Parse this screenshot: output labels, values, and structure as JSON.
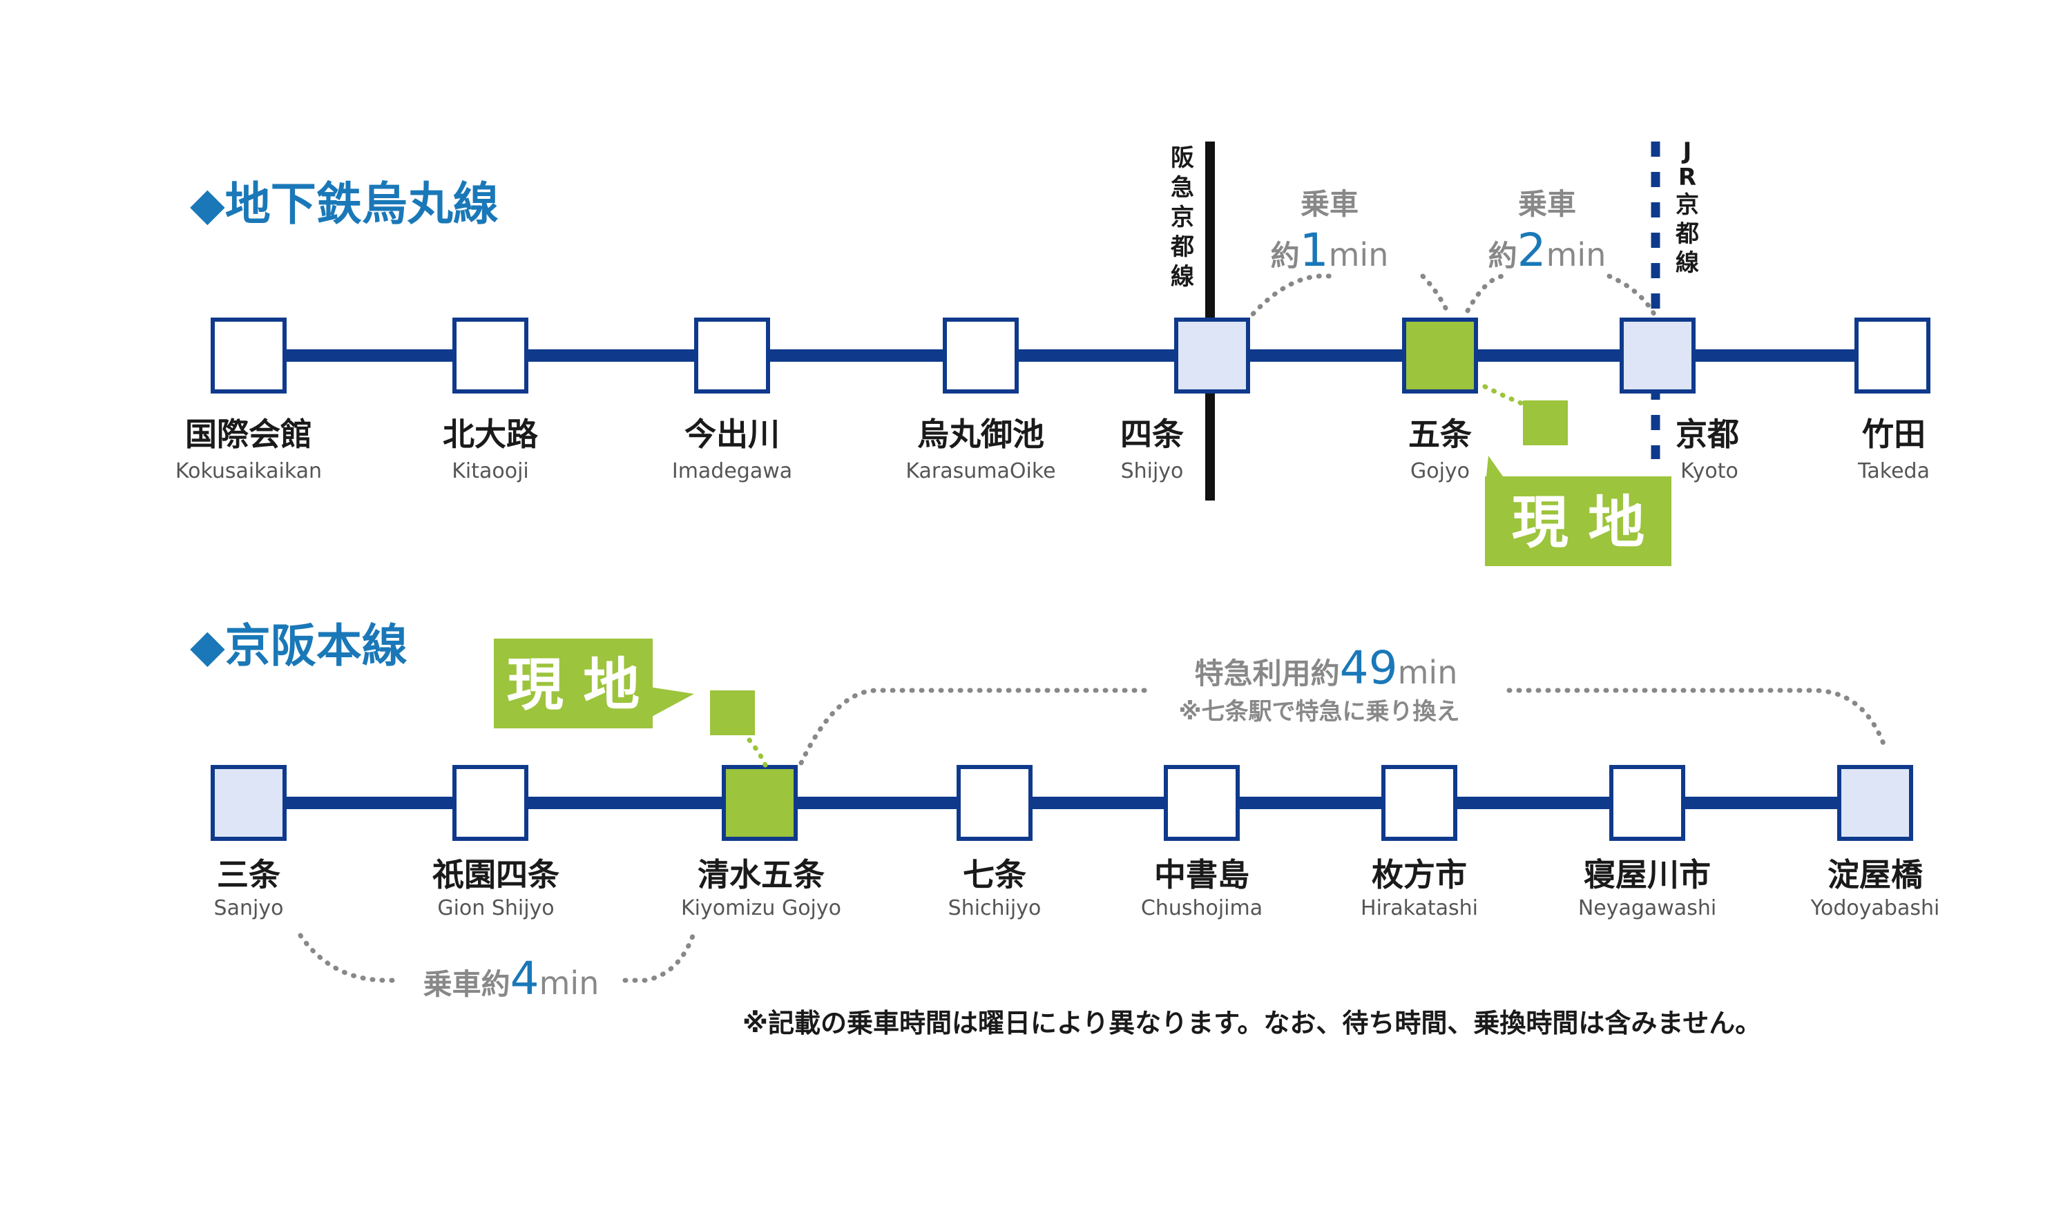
{
  "lines": {
    "karasuma": {
      "title": "◆地下鉄烏丸線",
      "stations": [
        {
          "jp": "国際会館",
          "en": "Kokusaikaikan",
          "type": "normal"
        },
        {
          "jp": "北大路",
          "en": "Kitaooji",
          "type": "normal"
        },
        {
          "jp": "今出川",
          "en": "Imadegawa",
          "type": "normal"
        },
        {
          "jp": "烏丸御池",
          "en": "KarasumaOike",
          "type": "normal"
        },
        {
          "jp": "四条",
          "en": "Shijyo",
          "type": "transfer"
        },
        {
          "jp": "五条",
          "en": "Gojyo",
          "type": "current"
        },
        {
          "jp": "京都",
          "en": "Kyoto",
          "type": "transfer"
        },
        {
          "jp": "竹田",
          "en": "Takeda",
          "type": "normal"
        }
      ],
      "crossings": {
        "hankyu": [
          "阪",
          "急",
          "京",
          "都",
          "線"
        ],
        "jr": [
          "J",
          "R",
          "京",
          "都",
          "線"
        ]
      },
      "rides": [
        {
          "label": "乗車",
          "prefix": "約",
          "num": "1",
          "unit": "min"
        },
        {
          "label": "乗車",
          "prefix": "約",
          "num": "2",
          "unit": "min"
        }
      ],
      "here": "現 地"
    },
    "keihan": {
      "title": "◆京阪本線",
      "stations": [
        {
          "jp": "三条",
          "en": "Sanjyo",
          "type": "transfer"
        },
        {
          "jp": "祇園四条",
          "en": "Gion  Shijyo",
          "type": "normal"
        },
        {
          "jp": "清水五条",
          "en": "Kiyomizu Gojyo",
          "type": "current"
        },
        {
          "jp": "七条",
          "en": "Shichijyo",
          "type": "normal"
        },
        {
          "jp": "中書島",
          "en": "Chushojima",
          "type": "normal"
        },
        {
          "jp": "枚方市",
          "en": "Hirakatashi",
          "type": "normal"
        },
        {
          "jp": "寝屋川市",
          "en": "Neyagawashi",
          "type": "normal"
        },
        {
          "jp": "淀屋橋",
          "en": "Yodoyabashi",
          "type": "transfer"
        }
      ],
      "ride_express": {
        "label": "特急利用約",
        "num": "49",
        "unit": "min",
        "note": "※七条駅で特急に乗り換え"
      },
      "ride_local": {
        "label": "乗車約",
        "num": "4",
        "unit": "min"
      },
      "here": "現 地"
    }
  },
  "footnote": "※記載の乗車時間は曜日により異なります。なお、待ち時間、乗換時間は含みません。",
  "colors": {
    "line": "#0f3a8c",
    "title": "#1a78b8",
    "current": "#9cc43c",
    "transfer_fill": "#dde5f6",
    "normal_fill": "#ffffff",
    "hankyu": "#111111",
    "jr": "#0f3a8c"
  }
}
